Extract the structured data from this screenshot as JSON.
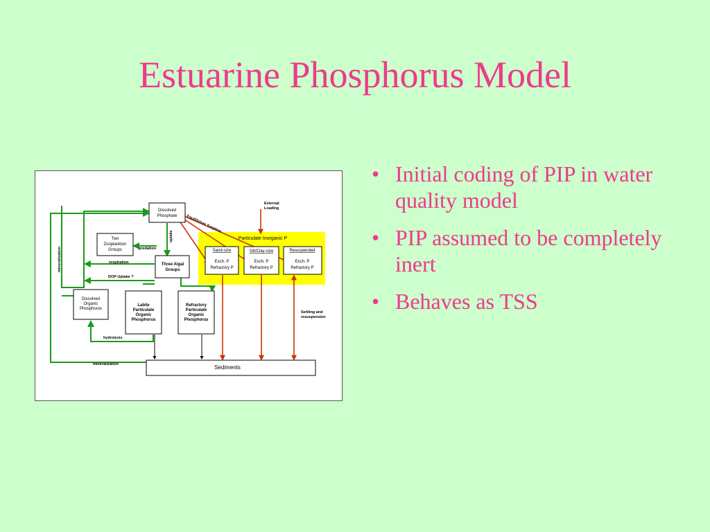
{
  "slide": {
    "title": "Estuarine Phosphorus Model",
    "bullets": [
      "Initial coding of PIP in water quality model",
      "PIP assumed to be completely inert",
      "Behaves as TSS"
    ]
  },
  "diagram": {
    "nodes": {
      "dissolved_phosphate": [
        "Dissolved",
        "Phosphate"
      ],
      "zooplankton": [
        "Two",
        "Zooplankton",
        "Groups"
      ],
      "algal_groups": [
        "Three Algal",
        "Groups"
      ],
      "dop": [
        "Dissolved",
        "Organic",
        "Phosphorus"
      ],
      "lpop": [
        "Labile",
        "Particulate",
        "Organic",
        "Phosphorus"
      ],
      "rpop": [
        "Refractory",
        "Particulate",
        "Organic",
        "Phosphorus"
      ],
      "sediments": "Sediments",
      "pip_title": "Particulate Inorganic P",
      "sand": "Sand-size",
      "silt": "Silt/Clay-size",
      "resuspended": "Resuspended",
      "exch_p": "Exch. P",
      "refractory_p": "Refractory P",
      "external_loading": [
        "External",
        "Loading"
      ]
    },
    "labels": {
      "mineralization_left": "mineralization",
      "equilibrium_sorption": "Equilibrium Sorption",
      "uptake": "uptake",
      "predation": "predation",
      "respiration": "respiration",
      "dop_uptake": "DOP Uptake ?",
      "hydrolysis": "hydrolysis",
      "mineralization_bottom": "mineralization",
      "settling": [
        "Settling and",
        "resuspension"
      ]
    },
    "colors": {
      "green_flow": "#1a9a1a",
      "red_flow": "#cc3300",
      "pip_highlight": "#ffff00"
    }
  }
}
